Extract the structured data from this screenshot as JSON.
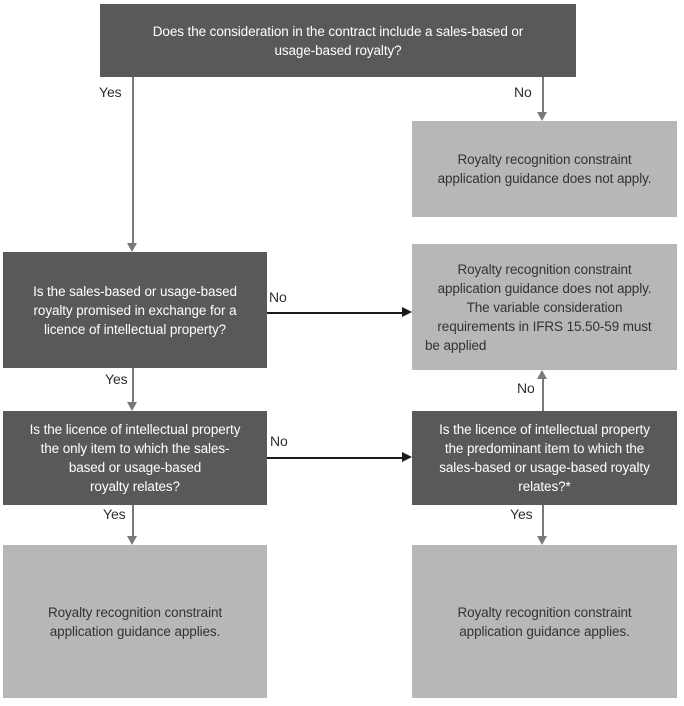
{
  "diagram": {
    "type": "flowchart",
    "topic": "Royalty recognition constraint application guidance decision tree (IFRS 15)"
  },
  "colors": {
    "question_box_bg": "#595959",
    "question_box_text": "#ffffff",
    "outcome_box_bg": "#b7b7b7",
    "outcome_box_text": "#333333",
    "arrow_vertical": "#7a7a7a",
    "arrow_horizontal": "#1a1a1a",
    "edge_label_text": "#2e2e2e",
    "background": "#ffffff"
  },
  "boxes": {
    "q1": {
      "role": "question",
      "lines": [
        "Does the consideration in the contract include a sales-based or",
        "usage-based royalty?"
      ]
    },
    "na1": {
      "role": "outcome",
      "lines": [
        "Royalty recognition constraint",
        "application guidance does not apply."
      ]
    },
    "q2": {
      "role": "question",
      "lines": [
        "Is the sales-based or usage-based",
        "royalty promised in exchange for a",
        "licence of intellectual property?"
      ]
    },
    "na2": {
      "role": "outcome",
      "lines": [
        "Royalty recognition constraint",
        "application guidance does not apply.",
        "The variable consideration",
        "requirements in IFRS 15.50-59 must",
        "be applied"
      ]
    },
    "q3_left": {
      "role": "question",
      "lines": [
        "Is the licence of intellectual property",
        "the only item to which the sales-",
        "based or usage-based",
        "royalty relates?"
      ]
    },
    "q3_right": {
      "role": "question",
      "lines": [
        "Is the licence of intellectual property",
        "the predominant item to which the",
        "sales-based or usage-based royalty",
        "relates?*"
      ]
    },
    "applies_left": {
      "role": "outcome",
      "lines": [
        "Royalty recognition constraint",
        "application guidance applies."
      ]
    },
    "applies_right": {
      "role": "outcome",
      "lines": [
        "Royalty recognition constraint",
        "application guidance applies."
      ]
    }
  },
  "labels": {
    "yes1": "Yes",
    "no1": "No",
    "no2": "No",
    "yes2": "Yes",
    "no3": "No",
    "yes3": "Yes",
    "no4": "No",
    "yes4": "Yes"
  }
}
